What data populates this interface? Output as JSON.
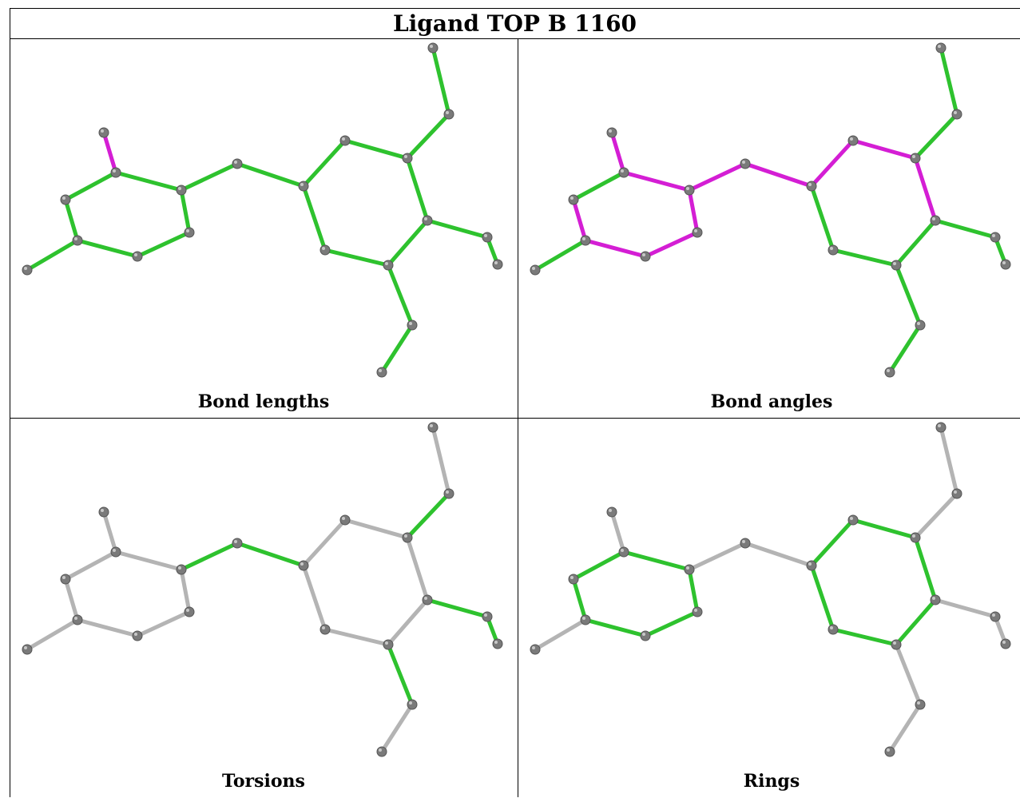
{
  "title": "Ligand TOP B 1160",
  "palette": {
    "green": "#2ec22e",
    "magenta": "#d41ed4",
    "grey": "#b4b4b4",
    "atom": "#7a7a7a"
  },
  "panels": [
    {
      "caption": "Bond lengths",
      "bond_colors": [
        "green",
        "green",
        "green",
        "green",
        "green",
        "green",
        "magenta",
        "green",
        "green",
        "green",
        "green",
        "green",
        "green",
        "green",
        "green",
        "green",
        "green",
        "green",
        "green",
        "green",
        "green",
        "green"
      ]
    },
    {
      "caption": "Bond angles",
      "bond_colors": [
        "magenta",
        "magenta",
        "magenta",
        "magenta",
        "magenta",
        "green",
        "magenta",
        "green",
        "magenta",
        "magenta",
        "magenta",
        "magenta",
        "magenta",
        "green",
        "green",
        "green",
        "green",
        "green",
        "green",
        "green",
        "green",
        "green"
      ]
    },
    {
      "caption": "Torsions",
      "bond_colors": [
        "grey",
        "grey",
        "grey",
        "grey",
        "grey",
        "grey",
        "grey",
        "grey",
        "green",
        "green",
        "grey",
        "grey",
        "grey",
        "grey",
        "grey",
        "grey",
        "green",
        "grey",
        "green",
        "green",
        "green",
        "grey"
      ]
    },
    {
      "caption": "Rings",
      "bond_colors": [
        "green",
        "green",
        "green",
        "green",
        "green",
        "green",
        "grey",
        "grey",
        "grey",
        "grey",
        "green",
        "green",
        "green",
        "green",
        "green",
        "green",
        "grey",
        "grey",
        "grey",
        "grey",
        "grey",
        "grey"
      ]
    }
  ]
}
